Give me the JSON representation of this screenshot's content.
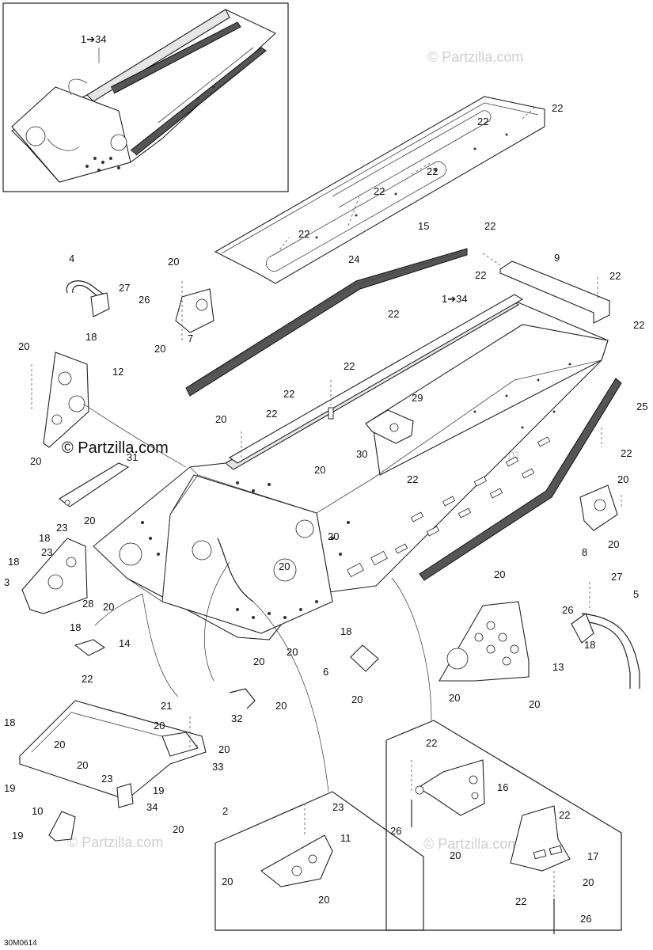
{
  "watermark": "© Partzilla.com",
  "watermark_main": "© Partzilla.com",
  "diagram_code": "30M0614",
  "inset_label": "1➔34",
  "rail_label": "1➔34",
  "callouts": {
    "c1": "22",
    "c2": "22",
    "c3": "22",
    "c4": "22",
    "c5": "15",
    "c6": "22",
    "c7": "22",
    "c8": "9",
    "c9": "22",
    "c10": "22",
    "c11": "22",
    "c12": "4",
    "c13": "27",
    "c14": "26",
    "c15": "18",
    "c16": "20",
    "c17": "20",
    "c18": "7",
    "c19": "24",
    "c20": "22",
    "c21": "1➔34",
    "c22": "20",
    "c23": "12",
    "c24": "20",
    "c25": "22",
    "c26": "22",
    "c27": "29",
    "c28": "30",
    "c29": "22",
    "c30": "20",
    "c31": "22",
    "c32": "20",
    "c33": "31",
    "c34": "25",
    "c35": "22",
    "c36": "20",
    "c37": "20",
    "c38": "20",
    "c39": "8",
    "c40": "23",
    "c41": "18",
    "c42": "23",
    "c43": "18",
    "c44": "3",
    "c45": "28",
    "c46": "20",
    "c47": "18",
    "c48": "20",
    "c49": "20",
    "c50": "14",
    "c51": "22",
    "c52": "18",
    "c53": "20",
    "c54": "20",
    "c55": "6",
    "c56": "20",
    "c57": "32",
    "c58": "20",
    "c59": "27",
    "c60": "5",
    "c61": "26",
    "c62": "18",
    "c63": "20",
    "c64": "13",
    "c65": "20",
    "c66": "20",
    "c67": "21",
    "c68": "20",
    "c69": "20",
    "c70": "33",
    "c71": "18",
    "c72": "20",
    "c73": "20",
    "c74": "23",
    "c75": "19",
    "c76": "19",
    "c77": "34",
    "c78": "2",
    "c79": "20",
    "c80": "10",
    "c81": "19",
    "c82": "23",
    "c83": "11",
    "c84": "20",
    "c85": "20",
    "c86": "22",
    "c87": "16",
    "c88": "26",
    "c89": "20",
    "c90": "22",
    "c91": "17",
    "c92": "20",
    "c93": "22",
    "c94": "26"
  }
}
